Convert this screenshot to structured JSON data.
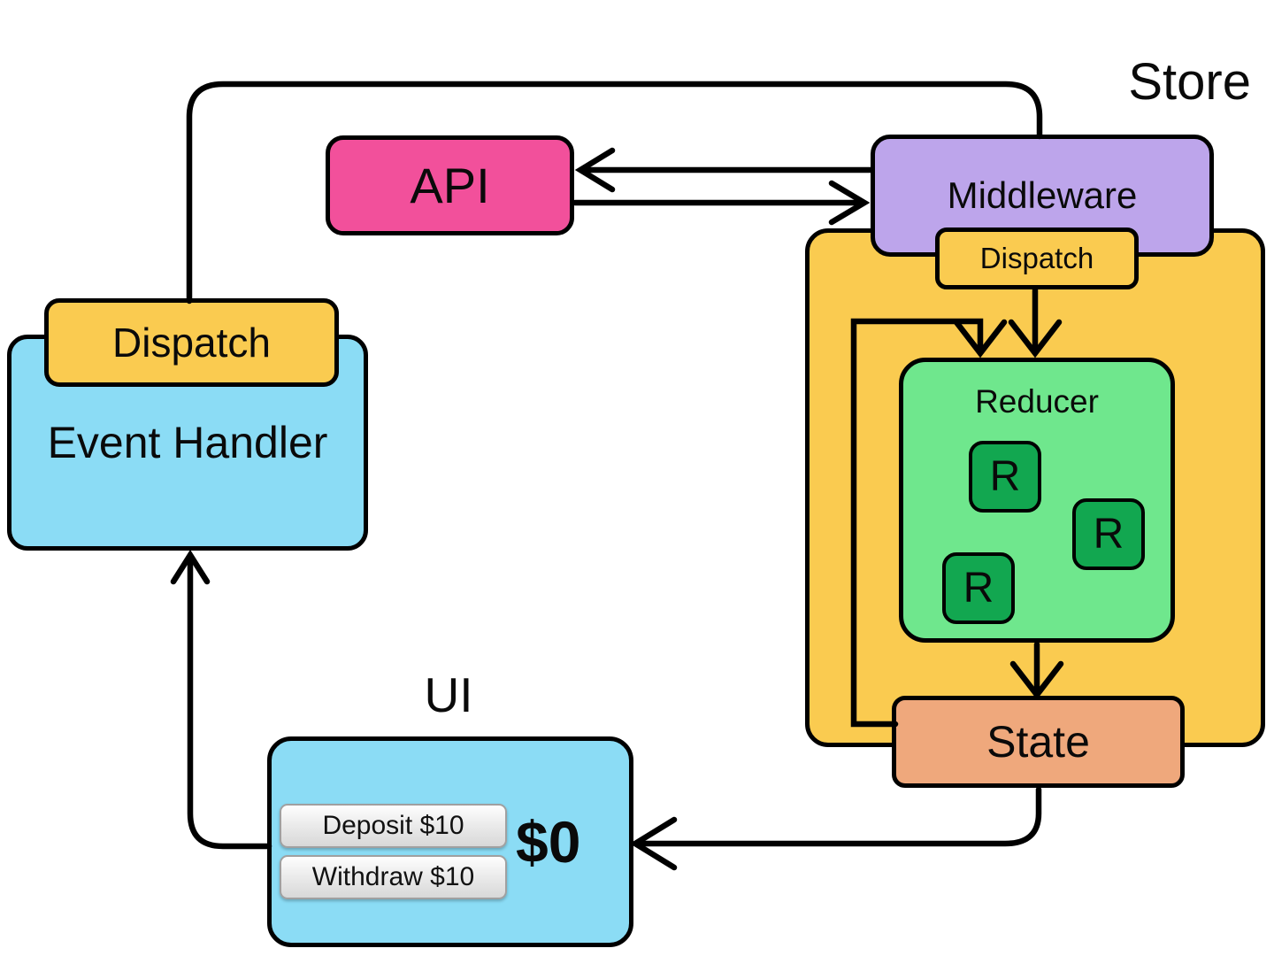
{
  "diagram": {
    "api": {
      "label": "API",
      "color": "#F2509B"
    },
    "middleware": {
      "label": "Middleware",
      "color": "#BDA5EB"
    },
    "store": {
      "label": "Store",
      "color": "#FACB50",
      "dispatch": {
        "label": "Dispatch"
      }
    },
    "reducer": {
      "label": "Reducer",
      "color": "#6FE78D",
      "sub_color": "#12A750",
      "sub_reducers": [
        "R",
        "R",
        "R"
      ]
    },
    "state": {
      "label": "State",
      "color": "#EFA87C"
    },
    "event_handler": {
      "label": "Event Handler",
      "color": "#8BDCF5",
      "dispatch": {
        "label": "Dispatch"
      }
    },
    "ui": {
      "label": "UI",
      "color": "#8BDCF5",
      "balance": "$0",
      "buttons": [
        {
          "label": "Deposit $10"
        },
        {
          "label": "Withdraw $10"
        }
      ]
    },
    "line_color": "#000000"
  }
}
